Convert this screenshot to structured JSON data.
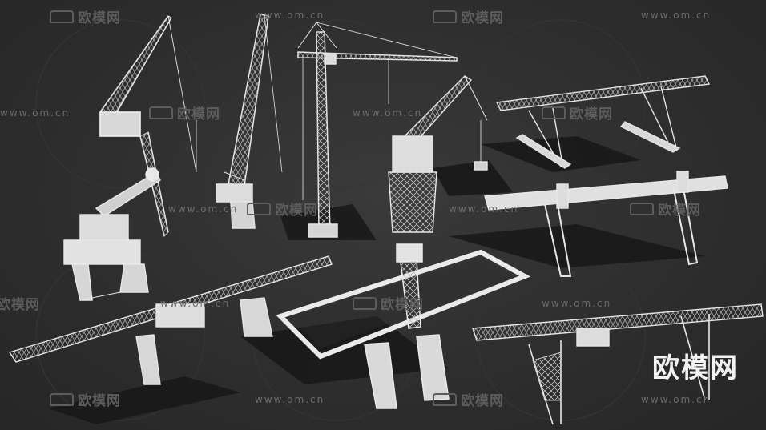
{
  "watermark": {
    "brand": "欧模网",
    "url": "www.om.cn",
    "big_label": "欧模网"
  },
  "colors": {
    "background": "#2c2c2c",
    "model": "#e6e6e6",
    "shadow": "#151515",
    "watermark": "#5d5d5d"
  }
}
